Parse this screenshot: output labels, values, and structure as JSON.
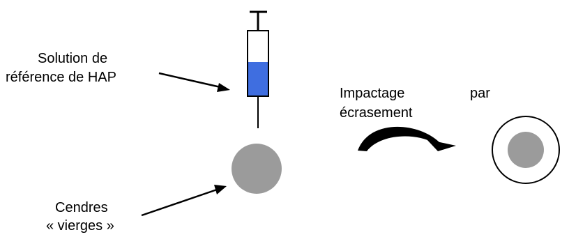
{
  "labels": {
    "solution_line1": "Solution de",
    "solution_line2": "référence de HAP",
    "impactage_word1": "Impactage",
    "impactage_word2": "par",
    "impactage_line2": "écrasement",
    "cendres_line1": "Cendres",
    "cendres_line2": "« vierges »"
  },
  "colors": {
    "liquid": "#3f6ee0",
    "ash": "#9b9b9b",
    "stroke": "#000000",
    "background": "#ffffff"
  }
}
